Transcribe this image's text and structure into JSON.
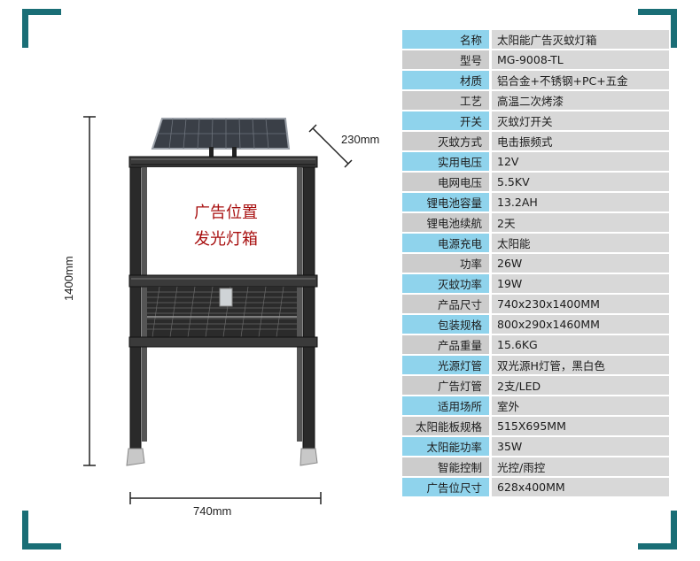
{
  "dimensions": {
    "width": "740mm",
    "depth": "230mm",
    "height": "1400mm"
  },
  "ad_text": {
    "line1": "广告位置",
    "line2": "发光灯箱"
  },
  "specs": [
    {
      "key": "名称",
      "value": "太阳能广告灭蚊灯箱"
    },
    {
      "key": "型号",
      "value": "MG-9008-TL"
    },
    {
      "key": "材质",
      "value": "铝合金+不锈钢+PC+五金"
    },
    {
      "key": "工艺",
      "value": "高温二次烤漆"
    },
    {
      "key": "开关",
      "value": "灭蚊灯开关"
    },
    {
      "key": "灭蚊方式",
      "value": "电击振频式"
    },
    {
      "key": "实用电压",
      "value": "12V"
    },
    {
      "key": "电网电压",
      "value": "5.5KV"
    },
    {
      "key": "锂电池容量",
      "value": "13.2AH"
    },
    {
      "key": "锂电池续航",
      "value": "2天"
    },
    {
      "key": "电源充电",
      "value": "太阳能"
    },
    {
      "key": "功率",
      "value": "26W"
    },
    {
      "key": "灭蚊功率",
      "value": "19W"
    },
    {
      "key": "产品尺寸",
      "value": "740x230x1400MM"
    },
    {
      "key": "包装规格",
      "value": "800x290x1460MM"
    },
    {
      "key": "产品重量",
      "value": "15.6KG"
    },
    {
      "key": "光源灯管",
      "value": "双光源H灯管，黑白色"
    },
    {
      "key": "广告灯管",
      "value": "2支/LED"
    },
    {
      "key": "适用场所",
      "value": "室外"
    },
    {
      "key": "太阳能板规格",
      "value": "515X695MM"
    },
    {
      "key": "太阳能功率",
      "value": "35W"
    },
    {
      "key": "智能控制",
      "value": "光控/雨控"
    },
    {
      "key": "广告位尺寸",
      "value": "628x400MM"
    }
  ],
  "colors": {
    "accent": "#1a6e76",
    "key_blue": "#8fd3ec",
    "key_gray": "#cccccc",
    "value_bg": "#d8d8d8",
    "ad_text": "#a81010"
  }
}
